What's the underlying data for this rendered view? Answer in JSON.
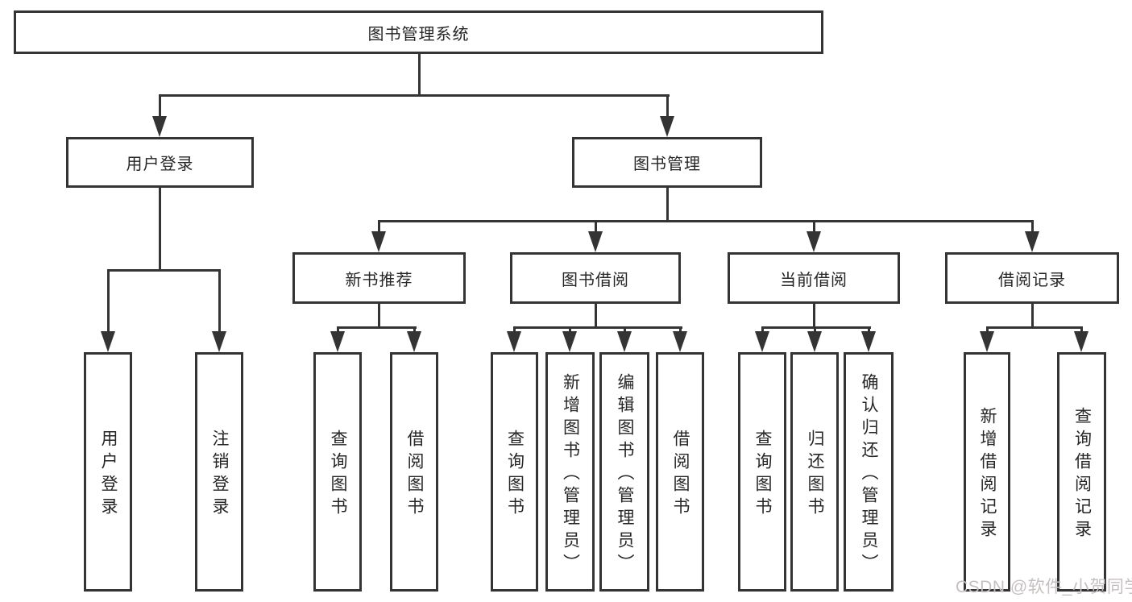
{
  "diagram_title": "图书管理系统",
  "tree": {
    "root": "图书管理系统",
    "branches": [
      {
        "label": "用户登录",
        "children": [
          "用户登录",
          "注销登录"
        ]
      },
      {
        "label": "图书管理",
        "sections": [
          {
            "label": "新书推荐",
            "children": [
              "查询图书",
              "借阅图书"
            ]
          },
          {
            "label": "图书借阅",
            "children": [
              "查询图书",
              "新增图书（管理员）",
              "编辑图书（管理员）",
              "借阅图书"
            ]
          },
          {
            "label": "当前借阅",
            "children": [
              "查询图书",
              "归还图书",
              "确认归还（管理员）"
            ]
          },
          {
            "label": "借阅记录",
            "children": [
              "新增借阅记录",
              "查询借阅记录"
            ]
          }
        ]
      }
    ]
  },
  "watermark": "CSDN @软件_小贺同学",
  "colors": {
    "line": "#343434",
    "text": "#262626",
    "watermark": "#c6c0c0",
    "background": "#ffffff"
  }
}
